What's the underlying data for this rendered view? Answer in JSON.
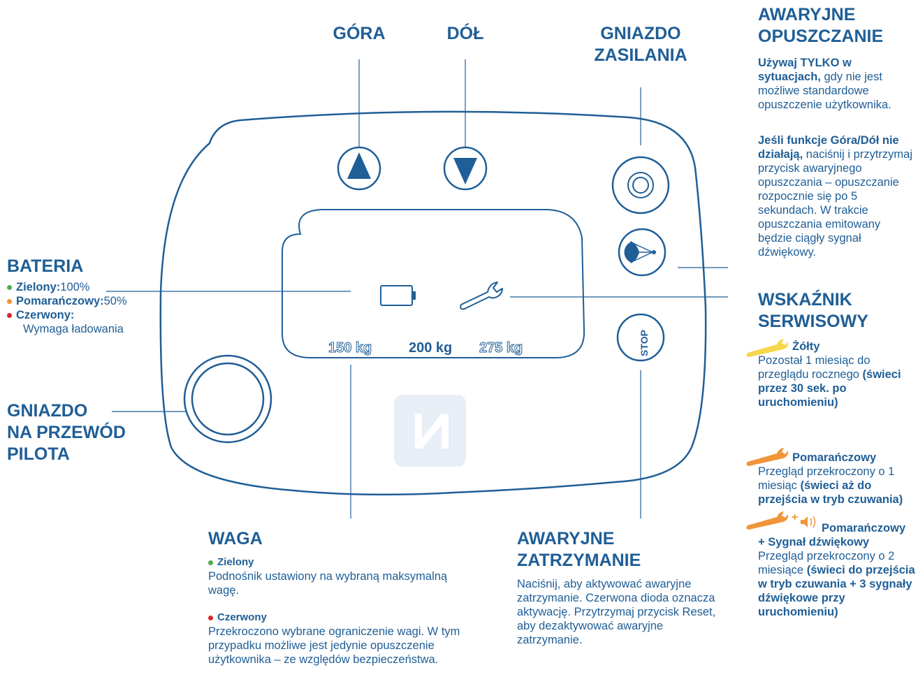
{
  "colors": {
    "primary": "#1f5e96",
    "green": "#4caf50",
    "orange": "#f0953a",
    "red": "#d9262c",
    "yellow": "#f6d64a",
    "logo_bg": "#e8eef6"
  },
  "labels": {
    "gora": "GÓRA",
    "dol": "DÓŁ",
    "gniazdo_zasilania": [
      "GNIAZDO",
      "ZASILANIA"
    ],
    "gniazdo_pilota": [
      "GNIAZDO",
      "NA PRZEWÓD",
      "PILOTA"
    ]
  },
  "display": {
    "weight_low": "150 kg",
    "weight_mid": "200 kg",
    "weight_high": "275 kg",
    "stop": "STOP",
    "icons": [
      "arrow-up-icon",
      "arrow-down-icon",
      "power-socket-icon",
      "parachute-icon",
      "stop-icon",
      "battery-icon",
      "wrench-icon",
      "logo-icon"
    ]
  },
  "bateria": {
    "title": "BATERIA",
    "items": [
      {
        "bold": "Zielony:",
        "text": " 100%",
        "color": "green"
      },
      {
        "bold": "Pomarańczowy:",
        "text": " 50%",
        "color": "orange"
      },
      {
        "bold": "Czerwony:",
        "text": "Wymaga ładowania",
        "color": "red"
      }
    ]
  },
  "awaryjne_opuszczanie": {
    "title": [
      "AWARYJNE",
      "OPUSZCZANIE"
    ],
    "p1_bold": "Używaj TYLKO w sytuacjach,",
    "p1_text": " gdy nie jest możliwe standardowe opuszczenie użytkownika.",
    "p2_bold": "Jeśli funkcje Góra/Dół nie działają,",
    "p2_text": " naciśnij i przytrzymaj przycisk awaryjnego opuszczania – opuszczanie rozpocznie się po 5 sekundach. W trakcie opuszczania emitowany będzie ciągły sygnał dźwiękowy."
  },
  "wskaznik": {
    "title": [
      "WSKAŹNIK",
      "SERWISOWY"
    ],
    "zolty_label": "Żółty",
    "zolty_text": "Pozostał 1 miesiąc do przeglądu rocznego",
    "zolty_bold": "(świeci przez 30 sek. po uruchomieniu)",
    "pom_label": "Pomarańczowy",
    "pom_text": "Przegląd przekroczony o 1 miesiąc",
    "pom_bold": "(świeci aż do przejścia w tryb czuwania)",
    "pom2_plus": "+",
    "pom2_label": "Pomarańczowy",
    "pom2_label2": "+ Sygnał dźwiękowy",
    "pom2_text": "Przegląd przekroczony o 2 miesiące",
    "pom2_bold": "(świeci do przejścia w tryb czuwania + 3 sygnały dźwiękowe przy uruchomieniu)"
  },
  "waga": {
    "title": "WAGA",
    "zielony_label": "Zielony",
    "zielony_text": "Podnośnik ustawiony na wybraną maksymalną wagę.",
    "czerwony_label": "Czerwony",
    "czerwony_text": "Przekroczono wybrane ograniczenie wagi. W tym przypadku możliwe jest jedynie opuszczenie użytkownika – ze względów bezpieczeństwa."
  },
  "awaryjne_zatrzymanie": {
    "title": [
      "AWARYJNE",
      "ZATRZYMANIE"
    ],
    "text": "Naciśnij, aby aktywować awaryjne zatrzymanie. Czerwona dioda oznacza aktywację. Przytrzymaj przycisk Reset, aby dezaktywować awaryjne zatrzymanie."
  }
}
